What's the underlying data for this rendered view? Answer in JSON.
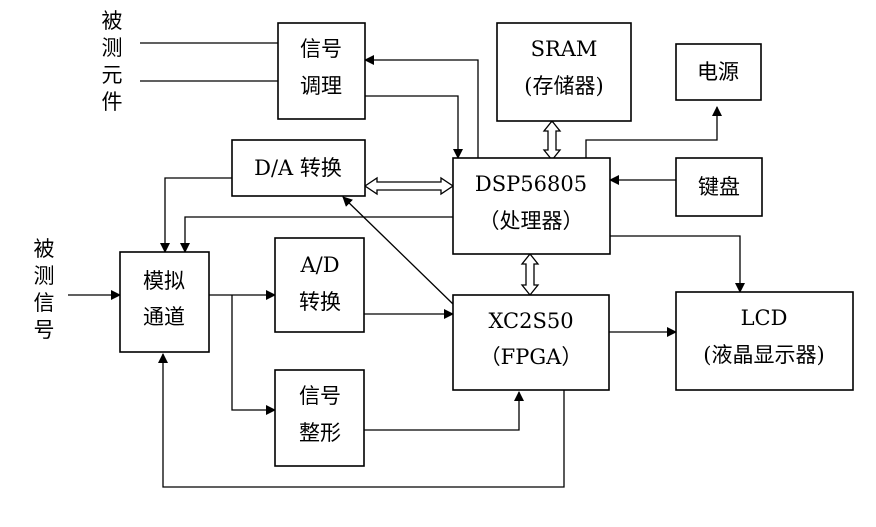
{
  "boxes": {
    "signal_cond": [
      "信号",
      "调理"
    ],
    "sram": [
      "SRAM",
      "(存储器)"
    ],
    "power": [
      "电源"
    ],
    "da": [
      "D/A 转换"
    ],
    "dsp": [
      "DSP56805",
      "（处理器）"
    ],
    "keyboard": [
      "键盘"
    ],
    "analog": [
      "模拟",
      "通道"
    ],
    "ad": [
      "A/D",
      "转换"
    ],
    "fpga": [
      "XC2S50",
      "（FPGA）"
    ],
    "lcd": [
      "LCD",
      "(液晶显示器)"
    ],
    "shaping": [
      "信号",
      "整形"
    ]
  },
  "side_labels": {
    "component": [
      "被",
      "测",
      "元",
      "件"
    ],
    "signal": [
      "被",
      "测",
      "信",
      "号"
    ]
  }
}
